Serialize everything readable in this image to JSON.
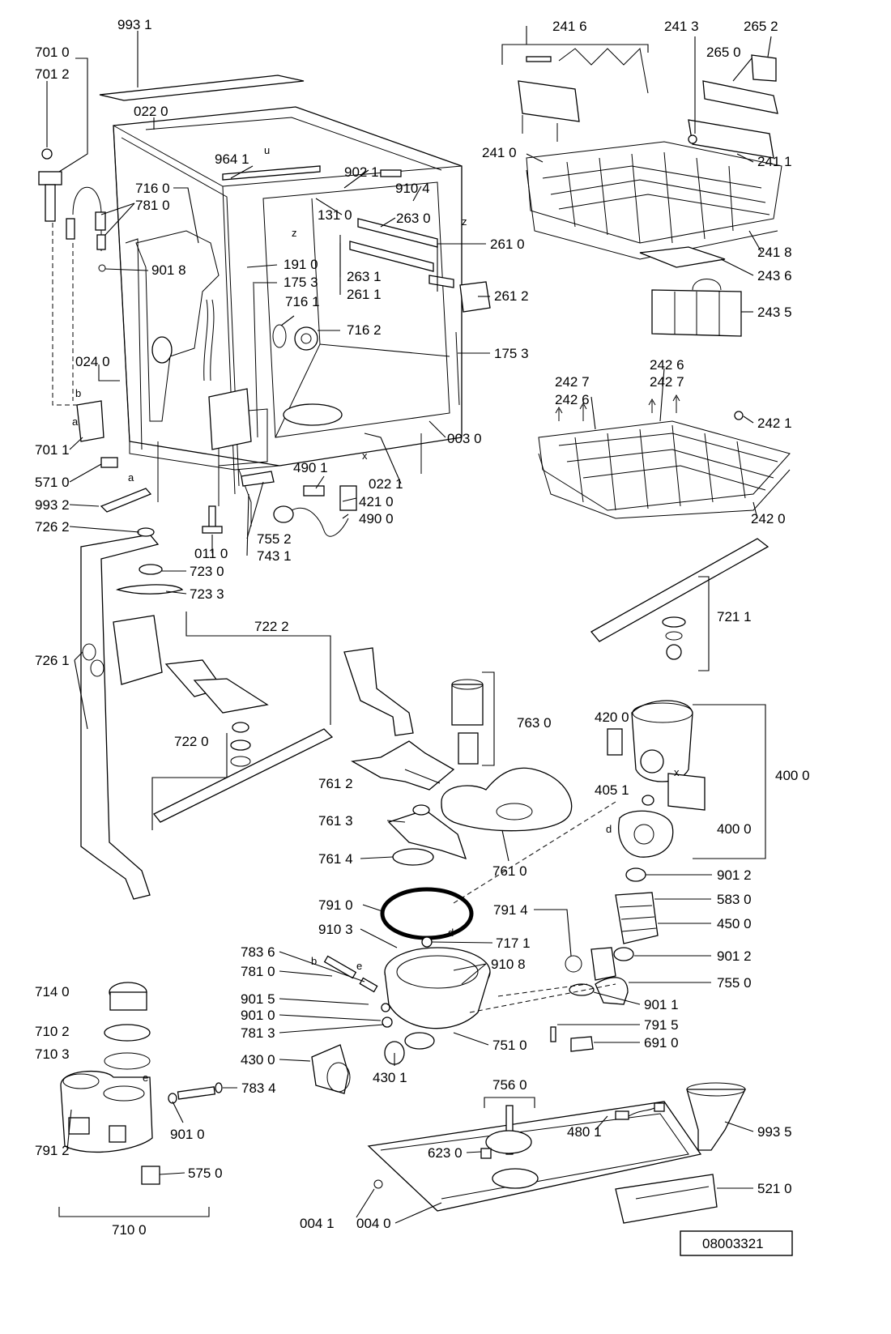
{
  "drawing_number": "08003321",
  "labels": [
    {
      "id": "l-993-1",
      "text": "993 1"
    },
    {
      "id": "l-701-0",
      "text": "701 0"
    },
    {
      "id": "l-701-2",
      "text": "701 2"
    },
    {
      "id": "l-022-0",
      "text": "022 0"
    },
    {
      "id": "l-964-1",
      "text": "964 1"
    },
    {
      "id": "l-902-1",
      "text": "902 1"
    },
    {
      "id": "l-910-4",
      "text": "910 4"
    },
    {
      "id": "l-716-0",
      "text": "716 0"
    },
    {
      "id": "l-781-0a",
      "text": "781 0"
    },
    {
      "id": "l-131-0",
      "text": "131 0"
    },
    {
      "id": "l-263-0",
      "text": "263 0"
    },
    {
      "id": "l-261-0",
      "text": "261 0"
    },
    {
      "id": "l-901-8",
      "text": "901 8"
    },
    {
      "id": "l-191-0",
      "text": "191 0"
    },
    {
      "id": "l-263-1",
      "text": "263 1"
    },
    {
      "id": "l-175-3a",
      "text": "175 3"
    },
    {
      "id": "l-261-1",
      "text": "261 1"
    },
    {
      "id": "l-261-2",
      "text": "261 2"
    },
    {
      "id": "l-716-1",
      "text": "716 1"
    },
    {
      "id": "l-716-2",
      "text": "716 2"
    },
    {
      "id": "l-175-3b",
      "text": "175 3"
    },
    {
      "id": "l-024-0",
      "text": "024 0"
    },
    {
      "id": "l-003-0",
      "text": "003 0"
    },
    {
      "id": "l-701-1",
      "text": "701 1"
    },
    {
      "id": "l-571-0",
      "text": "571 0"
    },
    {
      "id": "l-490-1",
      "text": "490 1"
    },
    {
      "id": "l-022-1",
      "text": "022 1"
    },
    {
      "id": "l-421-0",
      "text": "421 0"
    },
    {
      "id": "l-993-2",
      "text": "993 2"
    },
    {
      "id": "l-490-0",
      "text": "490 0"
    },
    {
      "id": "l-755-2",
      "text": "755 2"
    },
    {
      "id": "l-726-2",
      "text": "726 2"
    },
    {
      "id": "l-011-0",
      "text": "011 0"
    },
    {
      "id": "l-743-1",
      "text": "743 1"
    },
    {
      "id": "l-723-0",
      "text": "723 0"
    },
    {
      "id": "l-723-3",
      "text": "723 3"
    },
    {
      "id": "l-722-2",
      "text": "722 2"
    },
    {
      "id": "l-726-1",
      "text": "726 1"
    },
    {
      "id": "l-722-0",
      "text": "722 0"
    },
    {
      "id": "l-241-6",
      "text": "241 6"
    },
    {
      "id": "l-241-3",
      "text": "241 3"
    },
    {
      "id": "l-265-2",
      "text": "265 2"
    },
    {
      "id": "l-265-0",
      "text": "265 0"
    },
    {
      "id": "l-241-0",
      "text": "241 0"
    },
    {
      "id": "l-241-1",
      "text": "241 1"
    },
    {
      "id": "l-241-8",
      "text": "241 8"
    },
    {
      "id": "l-243-6",
      "text": "243 6"
    },
    {
      "id": "l-243-5",
      "text": "243 5"
    },
    {
      "id": "l-242-6a",
      "text": "242 6"
    },
    {
      "id": "l-242-7a",
      "text": "242 7"
    },
    {
      "id": "l-242-7b",
      "text": "242 7"
    },
    {
      "id": "l-242-6b",
      "text": "242 6"
    },
    {
      "id": "l-242-1",
      "text": "242 1"
    },
    {
      "id": "l-242-0",
      "text": "242 0"
    },
    {
      "id": "l-721-1",
      "text": "721 1"
    },
    {
      "id": "l-763-0",
      "text": "763 0"
    },
    {
      "id": "l-420-0",
      "text": "420 0"
    },
    {
      "id": "l-400-0a",
      "text": "400 0"
    },
    {
      "id": "l-405-1",
      "text": "405 1"
    },
    {
      "id": "l-400-0b",
      "text": "400 0"
    },
    {
      "id": "l-761-2",
      "text": "761 2"
    },
    {
      "id": "l-761-3",
      "text": "761 3"
    },
    {
      "id": "l-761-4",
      "text": "761 4"
    },
    {
      "id": "l-761-0",
      "text": "761 0"
    },
    {
      "id": "l-901-2a",
      "text": "901 2"
    },
    {
      "id": "l-791-0",
      "text": "791 0"
    },
    {
      "id": "l-791-4",
      "text": "791 4"
    },
    {
      "id": "l-583-0",
      "text": "583 0"
    },
    {
      "id": "l-910-3",
      "text": "910 3"
    },
    {
      "id": "l-717-1",
      "text": "717 1"
    },
    {
      "id": "l-450-0",
      "text": "450 0"
    },
    {
      "id": "l-783-6",
      "text": "783 6"
    },
    {
      "id": "l-910-8",
      "text": "910 8"
    },
    {
      "id": "l-901-2b",
      "text": "901 2"
    },
    {
      "id": "l-781-0b",
      "text": "781 0"
    },
    {
      "id": "l-755-0",
      "text": "755 0"
    },
    {
      "id": "l-714-0",
      "text": "714 0"
    },
    {
      "id": "l-901-5",
      "text": "901 5"
    },
    {
      "id": "l-901-1",
      "text": "901 1"
    },
    {
      "id": "l-901-0a",
      "text": "901 0"
    },
    {
      "id": "l-791-5",
      "text": "791 5"
    },
    {
      "id": "l-710-2",
      "text": "710 2"
    },
    {
      "id": "l-781-3",
      "text": "781 3"
    },
    {
      "id": "l-751-0",
      "text": "751 0"
    },
    {
      "id": "l-691-0",
      "text": "691 0"
    },
    {
      "id": "l-710-3",
      "text": "710 3"
    },
    {
      "id": "l-430-0",
      "text": "430 0"
    },
    {
      "id": "l-430-1",
      "text": "430 1"
    },
    {
      "id": "l-756-0",
      "text": "756 0"
    },
    {
      "id": "l-783-4",
      "text": "783 4"
    },
    {
      "id": "l-993-5",
      "text": "993 5"
    },
    {
      "id": "l-480-1",
      "text": "480 1"
    },
    {
      "id": "l-623-0",
      "text": "623 0"
    },
    {
      "id": "l-791-2",
      "text": "791 2"
    },
    {
      "id": "l-901-0b",
      "text": "901 0"
    },
    {
      "id": "l-575-0",
      "text": "575 0"
    },
    {
      "id": "l-521-0",
      "text": "521 0"
    },
    {
      "id": "l-004-1",
      "text": "004 1"
    },
    {
      "id": "l-004-0",
      "text": "004 0"
    },
    {
      "id": "l-710-0",
      "text": "710 0"
    }
  ],
  "markers": [
    {
      "id": "m-z1",
      "text": "z"
    },
    {
      "id": "m-z2",
      "text": "z"
    },
    {
      "id": "m-u",
      "text": "u"
    },
    {
      "id": "m-b1",
      "text": "b"
    },
    {
      "id": "m-a1",
      "text": "a"
    },
    {
      "id": "m-a2",
      "text": "a"
    },
    {
      "id": "m-x1",
      "text": "x"
    },
    {
      "id": "m-x2",
      "text": "x"
    },
    {
      "id": "m-d1",
      "text": "d"
    },
    {
      "id": "m-d2",
      "text": "d"
    },
    {
      "id": "m-b2",
      "text": "b"
    },
    {
      "id": "m-e1",
      "text": "e"
    },
    {
      "id": "m-e2",
      "text": "e"
    }
  ]
}
